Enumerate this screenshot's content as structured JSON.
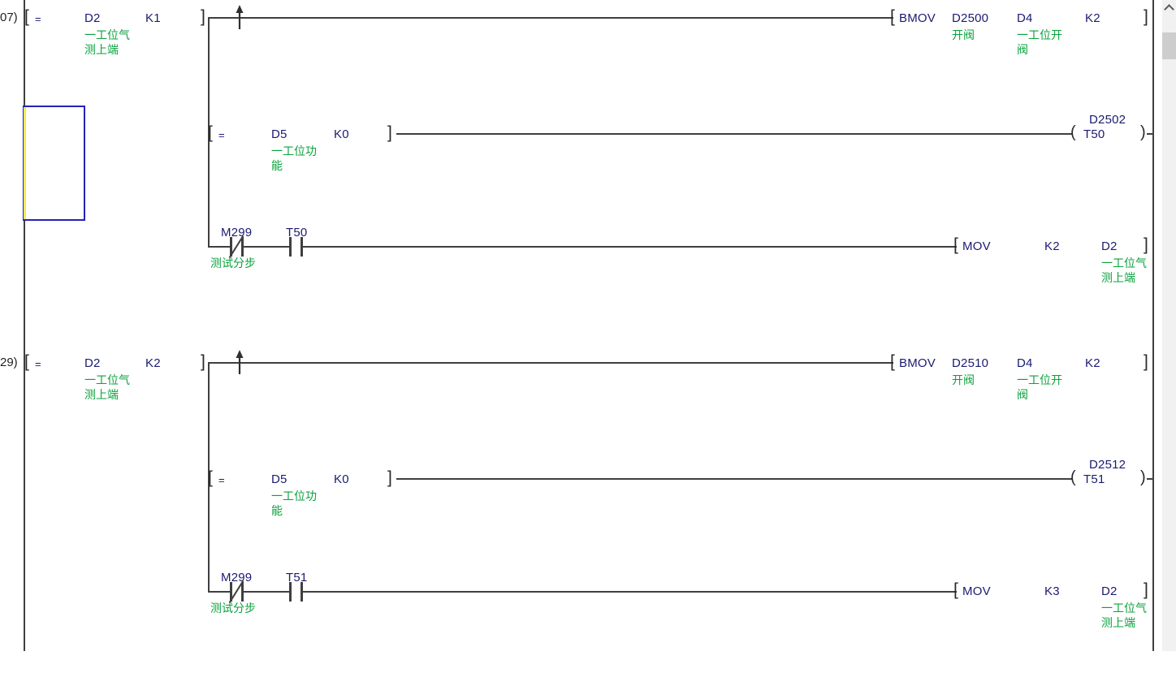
{
  "colors": {
    "wire": "#3f3f3f",
    "device_text": "#1b1b70",
    "comment_text": "#0aa23c",
    "selection_border": "#2323b4",
    "selection_accent": "#f0e95e",
    "scrollbar_track": "#f1f1f1",
    "scrollbar_thumb": "#cdcdcd"
  },
  "scrollbar": {
    "up_arrow": "chevron-up"
  },
  "rungs": [
    {
      "step_label": "07)",
      "main": {
        "bracket_open": "[",
        "op": "=",
        "arg1": "D2",
        "arg2": "K1",
        "bracket_close": "]",
        "arg1_comment": "一工位气\n测上端"
      },
      "out": {
        "bracket_open": "[",
        "instr": "BMOV",
        "arg1": "D2500",
        "arg1_comment": "开阀",
        "arg2": "D4",
        "arg2_comment": "一工位开\n阀",
        "arg3": "K2",
        "bracket_close": "]"
      },
      "branch1": {
        "bracket_open": "[",
        "op": "=",
        "arg1": "D5",
        "arg1_comment": "一工位功\n能",
        "arg2": "K0",
        "bracket_close": "]",
        "coil_device": "D2502",
        "paren_open": "(",
        "coil_name": "T50",
        "paren_close": ")"
      },
      "branch2": {
        "contact1": "M299",
        "contact1_comment": "测试分步",
        "contact2": "T50",
        "bracket_open": "[",
        "instr": "MOV",
        "arg1": "K2",
        "arg2": "D2",
        "arg2_comment": "一工位气\n测上端",
        "bracket_close": "]"
      }
    },
    {
      "step_label": "29)",
      "main": {
        "bracket_open": "[",
        "op": "=",
        "arg1": "D2",
        "arg2": "K2",
        "bracket_close": "]",
        "arg1_comment": "一工位气\n测上端"
      },
      "out": {
        "bracket_open": "[",
        "instr": "BMOV",
        "arg1": "D2510",
        "arg1_comment": "开阀",
        "arg2": "D4",
        "arg2_comment": "一工位开\n阀",
        "arg3": "K2",
        "bracket_close": "]"
      },
      "branch1": {
        "bracket_open": "[",
        "op": "=",
        "arg1": "D5",
        "arg1_comment": "一工位功\n能",
        "arg2": "K0",
        "bracket_close": "]",
        "coil_device": "D2512",
        "paren_open": "(",
        "coil_name": "T51",
        "paren_close": ")"
      },
      "branch2": {
        "contact1": "M299",
        "contact1_comment": "测试分步",
        "contact2": "T51",
        "bracket_open": "[",
        "instr": "MOV",
        "arg1": "K3",
        "arg2": "D2",
        "arg2_comment": "一工位气\n测上端",
        "bracket_close": "]"
      }
    }
  ]
}
